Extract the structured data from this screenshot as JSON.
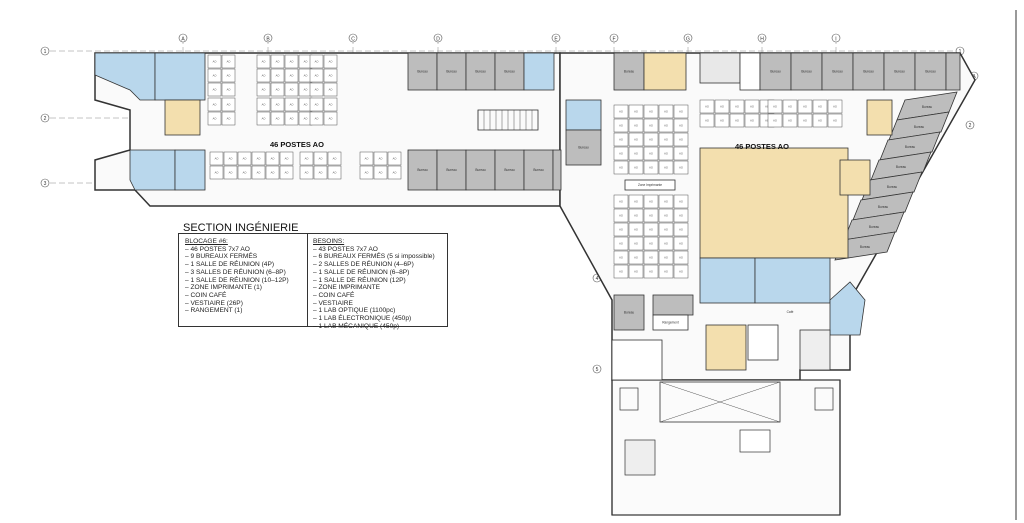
{
  "plan": {
    "zone_label_west": "46 POSTES AO",
    "zone_label_east": "46 POSTES AO",
    "section_title": "SECTION INGÉNIERIE",
    "grid_rows": [
      "1",
      "2",
      "3",
      "4",
      "5",
      "6",
      "7"
    ],
    "grid_cols": [
      "A",
      "B",
      "C",
      "D",
      "E",
      "F",
      "G",
      "H",
      "I"
    ],
    "room_label_office": "Bureau",
    "room_label_workstation": "AO",
    "room_label_cafe": "Café",
    "room_label_storage": "Rangement",
    "room_label_print": "Zone Imprimante",
    "colors": {
      "meeting": "#b9d7ec",
      "lab": "#f3dfae",
      "closed_office": "#bdbdbd",
      "wall": "#333333"
    }
  },
  "legend": {
    "blocage_title": "BLOCAGE #6:",
    "blocage_items": [
      "– 46 POSTES 7x7 AO",
      "– 9 BUREAUX FERMÉS",
      "– 1 SALLE DE RÉUNION (4P)",
      "– 3 SALLES DE RÉUNION (6–8P)",
      "– 1 SALLE DE RÉUNION (10–12P)",
      "– ZONE IMPRIMANTE (1)",
      "– COIN CAFÉ",
      "– VESTIAIRE (26P)",
      "– RANGEMENT (1)"
    ],
    "besoins_title": "BESOINS:",
    "besoins_items": [
      "– 43 POSTES 7x7 AO",
      "– 6 BUREAUX FERMÉS (5 si impossible)",
      "– 2 SALLES DE RÉUNION (4–6P)",
      "– 1 SALLE DE RÉUNION (6–8P)",
      "– 1 SALLE DE RÉUNION (12P)",
      "– ZONE IMPRIMANTE",
      "– COIN CAFÉ",
      "– VESTIAIRE",
      "– 1 LAB OPTIQUE (1100pc)",
      "– 1 LAB ÉLECTRONIQUE (450p)",
      "– 1 LAB MÉCANIQUE (450p)"
    ]
  }
}
